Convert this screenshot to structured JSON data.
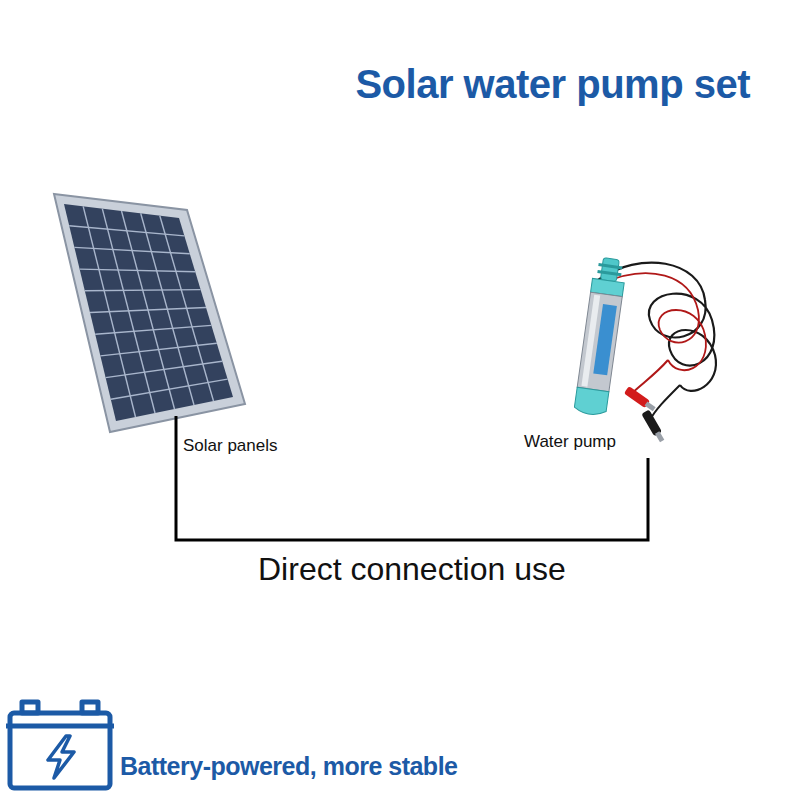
{
  "diagram": {
    "title": "Solar water pump set",
    "nodes": [
      {
        "text": [
          "Solar panels"
        ]
      },
      {
        "text": [
          "Water pump"
        ]
      }
    ],
    "edges": [
      {
        "from": 0,
        "to": 1,
        "arrow": "none",
        "label": "Direct connection use"
      }
    ],
    "labels": [
      "Battery-powered, more stable"
    ]
  }
}
